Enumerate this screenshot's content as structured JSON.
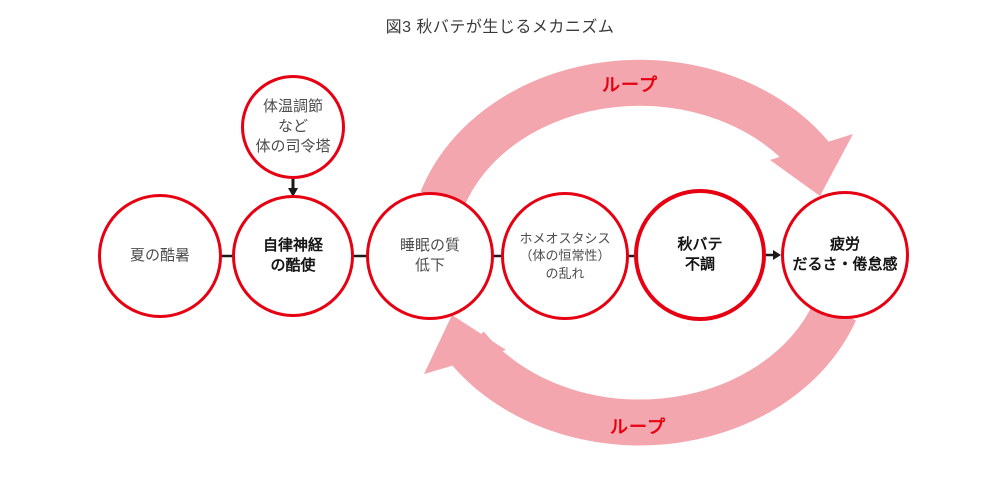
{
  "title": "図3 秋バテが生じるメカニズム",
  "colors": {
    "red": "#e60012",
    "pink": "#f3a6ad",
    "line_black": "#1a1a1a"
  },
  "loop": {
    "top_label": "ループ",
    "bottom_label": "ループ"
  },
  "nodes": {
    "command_center": {
      "label_lines": [
        "体温調節",
        "など",
        "体の司令塔"
      ]
    },
    "summer_heat": {
      "label_lines": [
        "夏の酷暑"
      ]
    },
    "autonomic_overuse": {
      "label_lines": [
        "自律神経",
        "の酷使"
      ]
    },
    "sleep_quality": {
      "label_lines": [
        "睡眠の質",
        "低下"
      ]
    },
    "homeostasis": {
      "label_lines": [
        "ホメオスタシス",
        "（体の恒常性）",
        "の乱れ"
      ]
    },
    "autumn_fatigue": {
      "label_lines": [
        "秋バテ",
        "不調"
      ]
    },
    "fatigue_symptoms": {
      "label_lines": [
        "疲労",
        "だるさ・倦怠感"
      ]
    }
  }
}
